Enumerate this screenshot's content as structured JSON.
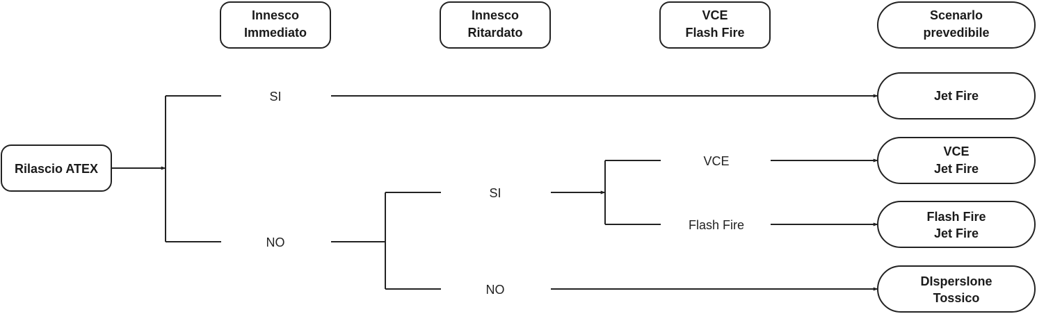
{
  "headers": {
    "immediate_ignition": [
      "Innesco",
      "Immediato"
    ],
    "delayed_ignition": [
      "Innesco",
      "Ritardato"
    ],
    "vce_flash_fire": [
      "VCE",
      "Flash Fire"
    ],
    "scenario": [
      "Scenarlo",
      "prevedibile"
    ]
  },
  "start_node": "Rilascio ATEX",
  "branches": {
    "immediate_yes": "SI",
    "immediate_no": "NO",
    "delayed_yes": "SI",
    "delayed_no": "NO",
    "vce": "VCE",
    "flash_fire": "Flash Fire"
  },
  "outcomes": {
    "jet_fire": [
      "Jet Fire"
    ],
    "vce_jet_fire": [
      "VCE",
      "Jet Fire"
    ],
    "flash_jet_fire": [
      "Flash Fire",
      "Jet Fire"
    ],
    "dispersion": [
      "DIspersIone",
      "Tossico"
    ]
  },
  "colors": {
    "line": "#222222",
    "text": "#1a1a1a",
    "background": "#ffffff"
  }
}
